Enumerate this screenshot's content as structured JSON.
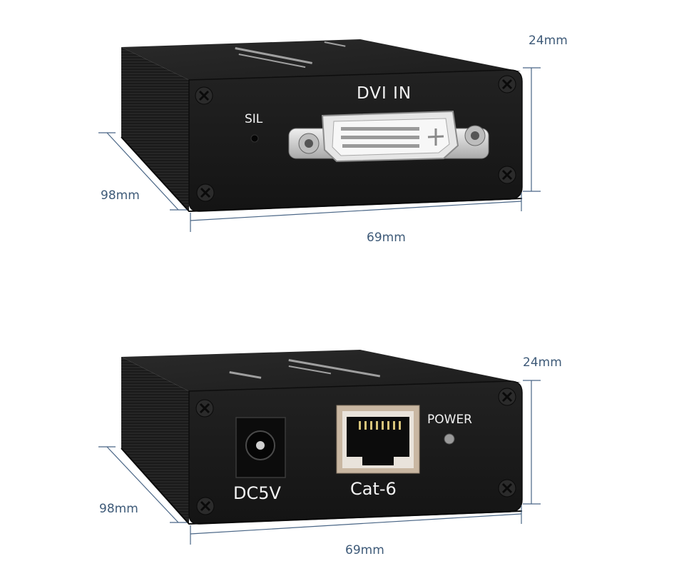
{
  "top_unit": {
    "port_label": "DVI IN",
    "button_label": "SIL",
    "dims": {
      "height": "24mm",
      "depth": "98mm",
      "width": "69mm"
    }
  },
  "bottom_unit": {
    "power_label": "DC5V",
    "network_label": "Cat-6",
    "led_label": "POWER",
    "dims": {
      "height": "24mm",
      "depth": "98mm",
      "width": "69mm"
    }
  },
  "colors": {
    "dimension_line": "#4a6686",
    "device_body": "#1c1c1c",
    "front_panel": "#151515",
    "connector_metal": "#d8d8d8",
    "rj45_shield": "#c9b7a2"
  }
}
